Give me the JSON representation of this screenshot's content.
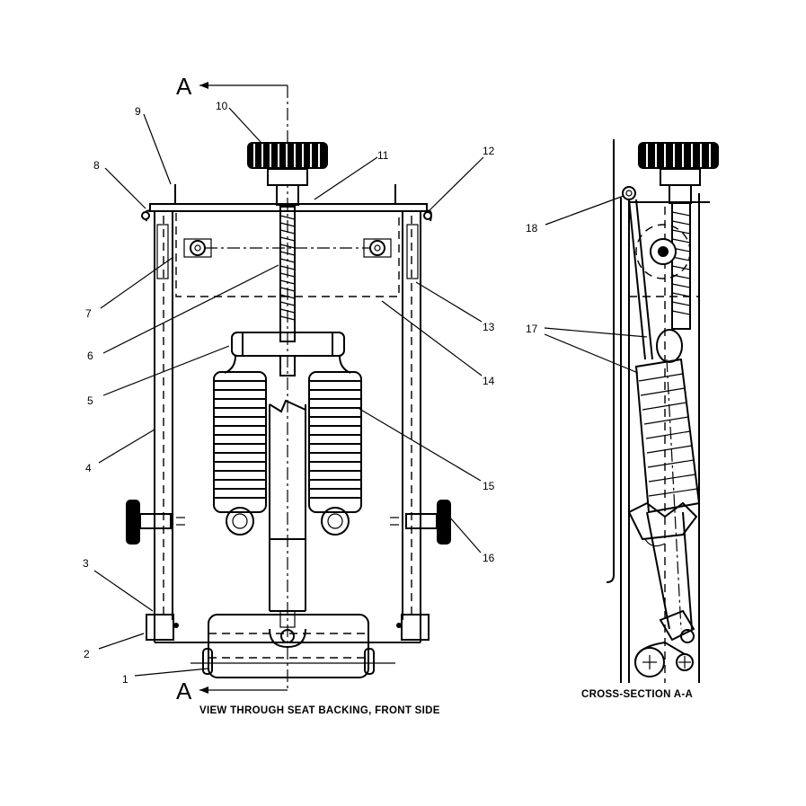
{
  "section_marker_top": "A",
  "section_marker_bottom": "A",
  "captions": {
    "front_view": "VIEW THROUGH SEAT BACKING, FRONT SIDE",
    "cross_section": "CROSS-SECTION A-A"
  },
  "callouts_front": [
    "1",
    "2",
    "3",
    "4",
    "5",
    "6",
    "7",
    "8",
    "9",
    "10",
    "11",
    "12",
    "13",
    "14",
    "15",
    "16"
  ],
  "callouts_section": [
    "17",
    "18"
  ]
}
